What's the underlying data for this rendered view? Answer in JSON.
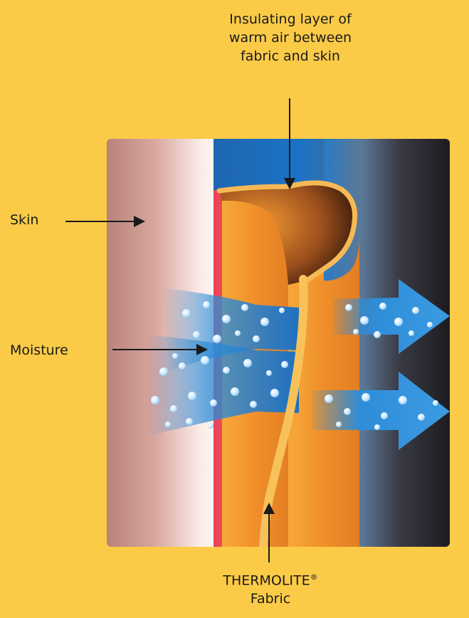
{
  "labels": {
    "insulating_line1": "Insulating layer of",
    "insulating_line2": "warm air between",
    "insulating_line3": "fabric and skin",
    "skin": "Skin",
    "moisture": "Moisture",
    "thermolite_line1": "THERMOLITE",
    "thermolite_mark": "®",
    "thermolite_line2": "Fabric"
  },
  "colors": {
    "background": "#FBCB48",
    "skin": "#B8837A",
    "fabric": "#F0972E",
    "fabric_edge": "#F7B955",
    "moisture": "#2F8DD8",
    "outer_dark": "#1E1E22"
  }
}
